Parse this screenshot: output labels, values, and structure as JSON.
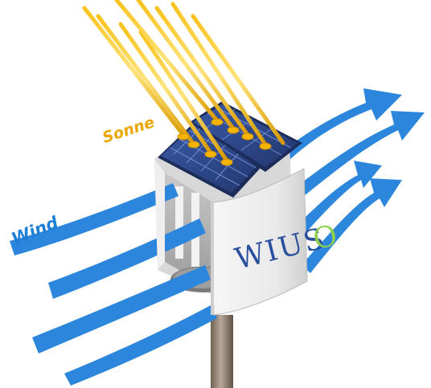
{
  "labels": {
    "sun": "Sonne",
    "wind": "Wind"
  },
  "logo": {
    "text": "WIUS",
    "ring": "O"
  },
  "colors": {
    "wind_arrow": "#2b86dc",
    "sun_ray": "#f2b705",
    "sun_label": "#e8a800",
    "wind_label": "#1e7fd6",
    "logo_text": "#2a4f9e",
    "logo_ring": "#8fd14f",
    "solar_panel": "#2f4a8c",
    "housing": "#eeeeee",
    "pole": "#8a7a6a"
  },
  "icons": {
    "wind": "wind-arrow-icon",
    "sun": "sun-ray-icon",
    "panel": "solar-panel-icon"
  }
}
